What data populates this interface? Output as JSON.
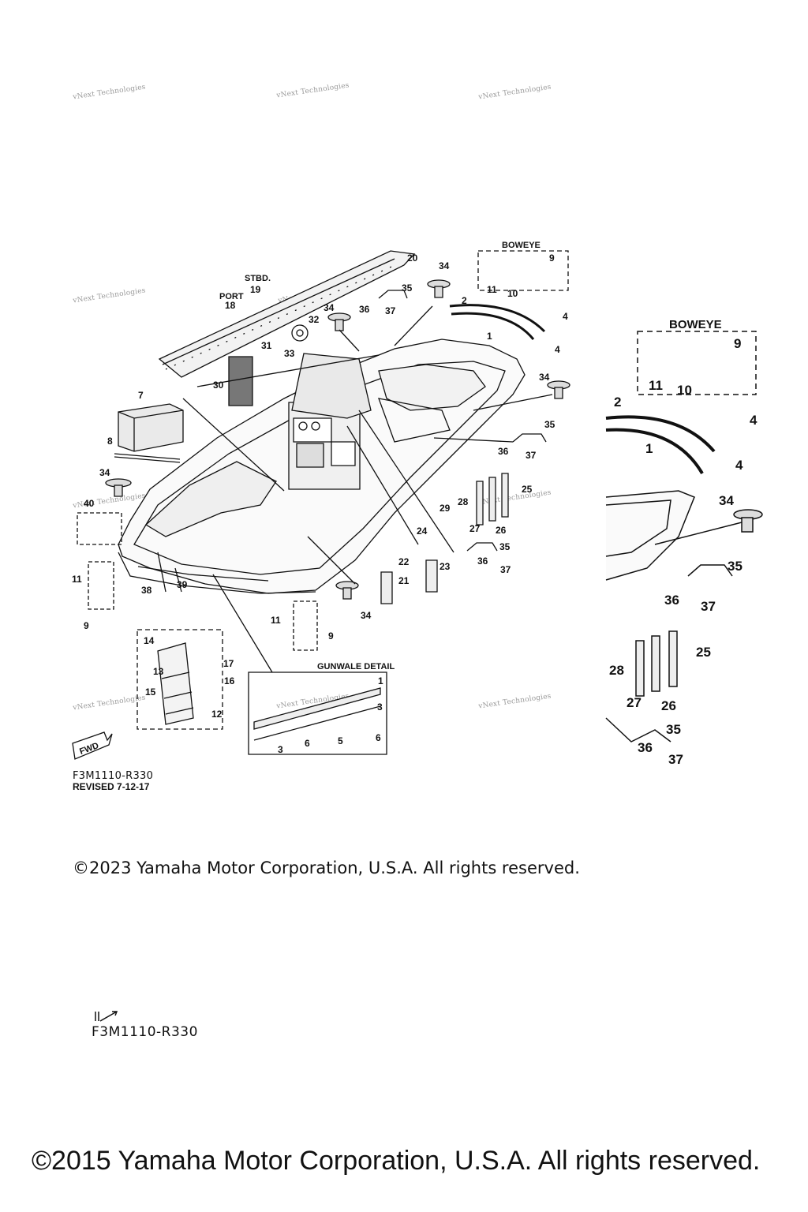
{
  "watermark": "vNext Technologies",
  "diagram": {
    "callouts": [
      "1",
      "2",
      "3",
      "4",
      "5",
      "6",
      "7",
      "8",
      "9",
      "10",
      "11",
      "12",
      "13",
      "14",
      "15",
      "16",
      "17",
      "18",
      "19",
      "20",
      "21",
      "22",
      "23",
      "24",
      "25",
      "26",
      "27",
      "28",
      "29",
      "30",
      "31",
      "32",
      "33",
      "34",
      "35",
      "36",
      "37",
      "38",
      "39",
      "40"
    ],
    "labels": {
      "boweye": "BOWEYE",
      "stbd": "STBD.",
      "port": "PORT",
      "gunwale_detail": "GUNWALE DETAIL",
      "fwd": "FWD"
    },
    "code": "F3M1110-R330",
    "revised": "REVISED 7-12-17"
  },
  "copyright_2023": "©2023 Yamaha Motor Corporation, U.S.A. All rights reserved.",
  "footer_code": "F3M1110-R330",
  "copyright_2015": "©2015 Yamaha Motor Corporation, U.S.A. All rights reserved."
}
